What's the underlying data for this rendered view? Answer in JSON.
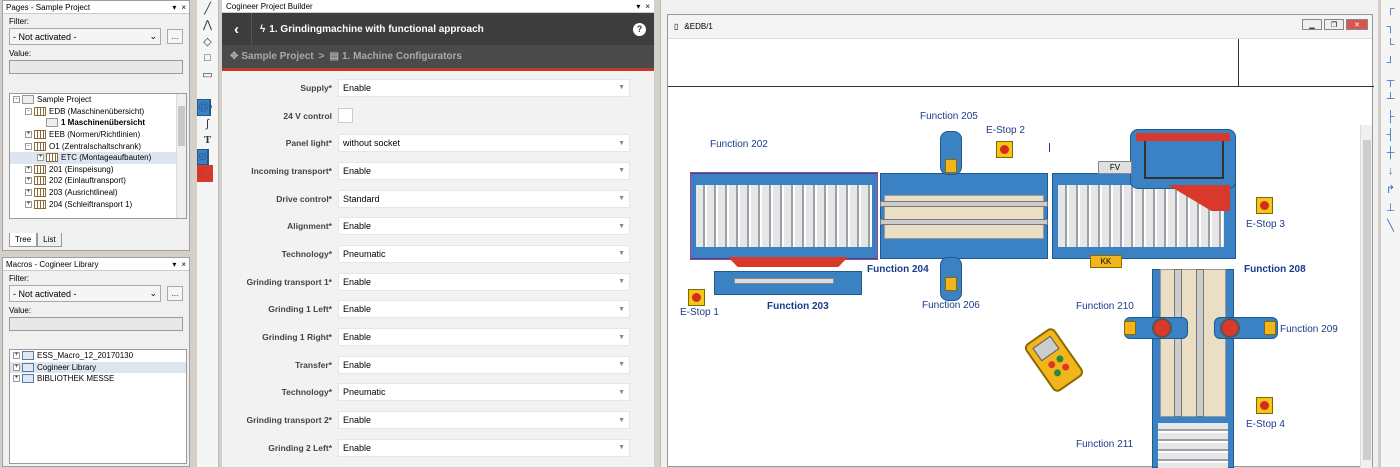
{
  "pages_panel": {
    "title": "Pages - Sample Project",
    "filter_label": "Filter:",
    "filter_value": "- Not activated -",
    "more_button": "...",
    "value_label": "Value:",
    "tree": [
      {
        "label": "Sample Project",
        "indent": 0,
        "exp": "-",
        "icon": "pl"
      },
      {
        "label": "EDB (Maschinenübersicht)",
        "indent": 1,
        "exp": "-",
        "icon": "pg"
      },
      {
        "label": "1 Maschinenübersicht",
        "indent": 2,
        "exp": "",
        "icon": "pl",
        "bold": true
      },
      {
        "label": "EEB (Normen/Richtlinien)",
        "indent": 1,
        "exp": "+",
        "icon": "pg"
      },
      {
        "label": "O1 (Zentralschaltschrank)",
        "indent": 1,
        "exp": "-",
        "icon": "pg"
      },
      {
        "label": "ETC (Montageaufbauten)",
        "indent": 2,
        "exp": "+",
        "icon": "pg",
        "selected": true
      },
      {
        "label": "201 (Einspeisung)",
        "indent": 1,
        "exp": "+",
        "icon": "pg"
      },
      {
        "label": "202 (Einlauftransport)",
        "indent": 1,
        "exp": "+",
        "icon": "pg"
      },
      {
        "label": "203 (Ausrichtlineal)",
        "indent": 1,
        "exp": "+",
        "icon": "pg"
      },
      {
        "label": "204 (Schleiftransport 1)",
        "indent": 1,
        "exp": "+",
        "icon": "pg"
      }
    ],
    "tabs": [
      "Tree",
      "List"
    ]
  },
  "macros_panel": {
    "title": "Macros - Cogineer Library",
    "filter_label": "Filter:",
    "filter_value": "- Not activated -",
    "more_button": "...",
    "value_label": "Value:",
    "tree": [
      {
        "label": "ESS_Macro_12_20170130"
      },
      {
        "label": "Cogineer Library",
        "selected": true
      },
      {
        "label": "BIBLIOTHEK MESSE"
      }
    ]
  },
  "builder": {
    "window_title": "Cogineer Project Builder",
    "header_title": "1. Grindingmachine with functional approach",
    "help": "?",
    "breadcrumb_root": "Sample Project",
    "breadcrumb_sep": ">",
    "breadcrumb_current": "1. Machine Configurators",
    "fields": [
      {
        "label": "Supply*",
        "value": "Enable"
      },
      {
        "label": "24 V control",
        "type": "checkbox"
      },
      {
        "label": "Panel light*",
        "value": "without socket"
      },
      {
        "label": "Incoming transport*",
        "value": "Enable"
      },
      {
        "label": "Drive control*",
        "value": "Standard"
      },
      {
        "label": "Alignment*",
        "value": "Enable"
      },
      {
        "label": "Technology*",
        "value": "Pneumatic"
      },
      {
        "label": "Grinding transport 1*",
        "value": "Enable"
      },
      {
        "label": "Grinding 1 Left*",
        "value": "Enable"
      },
      {
        "label": "Grinding 1 Right*",
        "value": "Enable"
      },
      {
        "label": "Transfer*",
        "value": "Enable"
      },
      {
        "label": "Technology*",
        "value": "Pneumatic"
      },
      {
        "label": "Grinding transport 2*",
        "value": "Enable"
      },
      {
        "label": "Grinding 2 Left*",
        "value": "Enable"
      }
    ]
  },
  "canvas": {
    "doc_title": "&EDB/1",
    "labels": {
      "f202": "Function 202",
      "f203": "Function 203",
      "f204": "Function 204",
      "f205": "Function 205",
      "f206": "Function 206",
      "f208": "Function 208",
      "f209": "Function 209",
      "f210": "Function 210",
      "f211": "Function 211",
      "e1": "E-Stop 1",
      "e2": "E-Stop 2",
      "e3": "E-Stop 3",
      "e4": "E-Stop 4",
      "fv": "FV",
      "kk": "KK"
    }
  }
}
